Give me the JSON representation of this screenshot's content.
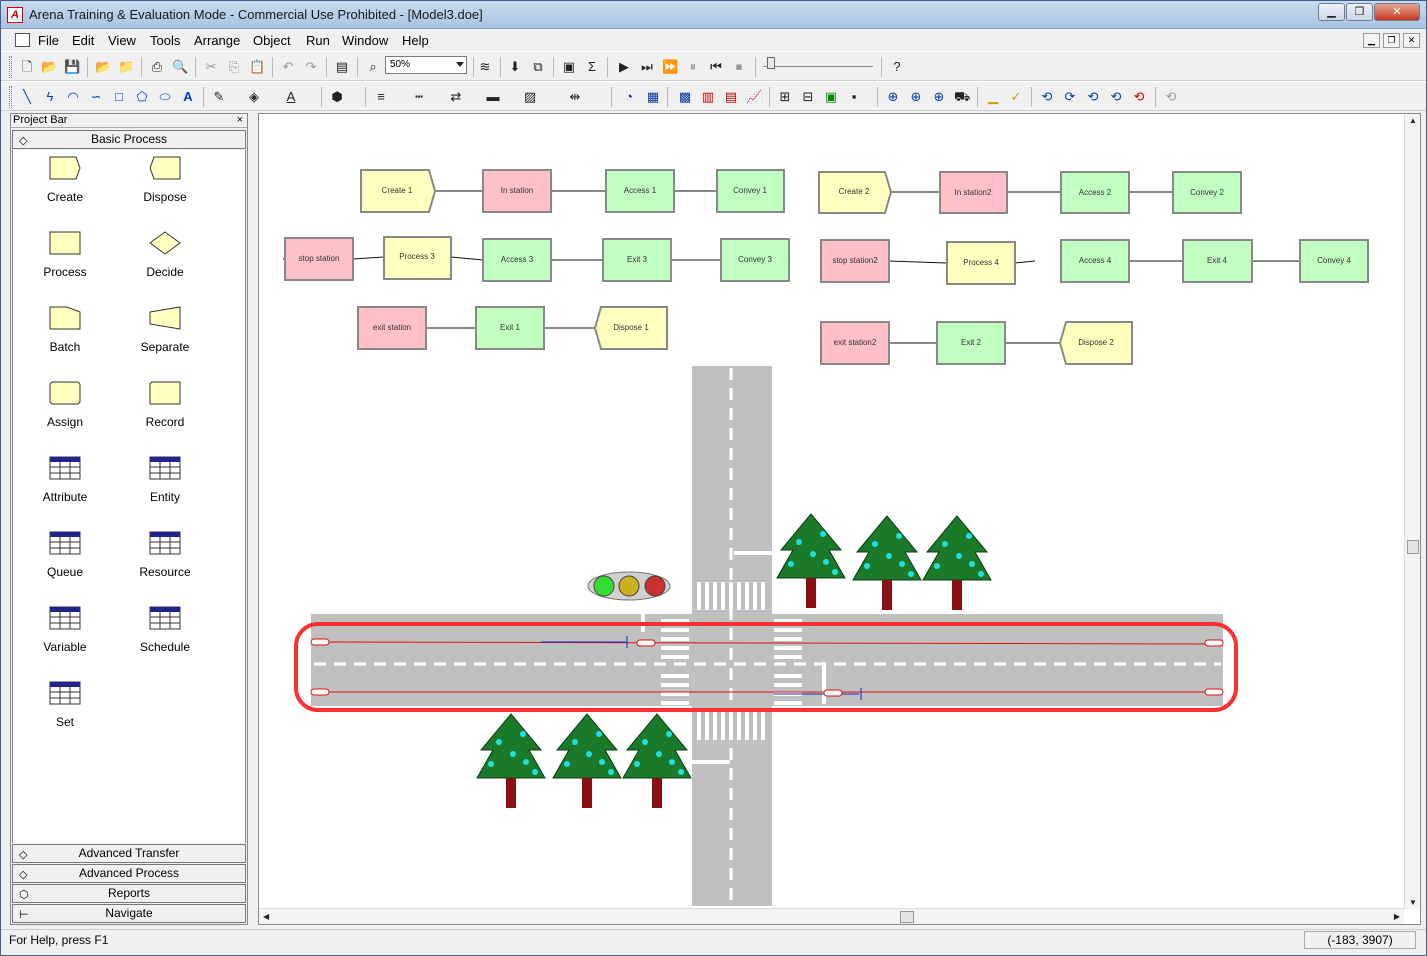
{
  "window": {
    "title": "Arena Training & Evaluation Mode - Commercial Use Prohibited - [Model3.doe]",
    "app_icon_letter": "A",
    "controls": [
      "minimize",
      "maximize",
      "close"
    ]
  },
  "menu": {
    "items": [
      "File",
      "Edit",
      "View",
      "Tools",
      "Arrange",
      "Object",
      "Run",
      "Window",
      "Help"
    ]
  },
  "toolbar": {
    "zoom_value": "50%"
  },
  "project_bar": {
    "title": "Project Bar",
    "close_glyph": "×",
    "active_panel": "Basic Process",
    "modules": [
      {
        "label": "Create",
        "icon": "create-module-icon"
      },
      {
        "label": "Dispose",
        "icon": "dispose-module-icon"
      },
      {
        "label": "Process",
        "icon": "process-module-icon"
      },
      {
        "label": "Decide",
        "icon": "decide-module-icon"
      },
      {
        "label": "Batch",
        "icon": "batch-module-icon"
      },
      {
        "label": "Separate",
        "icon": "separate-module-icon"
      },
      {
        "label": "Assign",
        "icon": "assign-module-icon"
      },
      {
        "label": "Record",
        "icon": "record-module-icon"
      },
      {
        "label": "Attribute",
        "icon": "table-icon"
      },
      {
        "label": "Entity",
        "icon": "table-icon"
      },
      {
        "label": "Queue",
        "icon": "table-icon"
      },
      {
        "label": "Resource",
        "icon": "table-icon"
      },
      {
        "label": "Variable",
        "icon": "table-icon"
      },
      {
        "label": "Schedule",
        "icon": "table-icon"
      },
      {
        "label": "Set",
        "icon": "table-icon"
      }
    ],
    "other_panels": [
      "Advanced Transfer",
      "Advanced Process",
      "Reports",
      "Navigate"
    ]
  },
  "flowchart": {
    "blocks": [
      {
        "label": "Create 1",
        "kind": "create"
      },
      {
        "label": "In station",
        "kind": "station"
      },
      {
        "label": "Access 1",
        "kind": "transfer"
      },
      {
        "label": "Convey 1",
        "kind": "transfer"
      },
      {
        "label": "Create 2",
        "kind": "create"
      },
      {
        "label": "In station2",
        "kind": "station"
      },
      {
        "label": "Access 2",
        "kind": "transfer"
      },
      {
        "label": "Convey 2",
        "kind": "transfer"
      },
      {
        "label": "stop station",
        "kind": "station"
      },
      {
        "label": "Process 3",
        "kind": "process"
      },
      {
        "label": "Access 3",
        "kind": "transfer"
      },
      {
        "label": "Exit 3",
        "kind": "transfer"
      },
      {
        "label": "Convey 3",
        "kind": "transfer"
      },
      {
        "label": "stop station2",
        "kind": "station"
      },
      {
        "label": "Process 4",
        "kind": "process"
      },
      {
        "label": "Access 4",
        "kind": "transfer"
      },
      {
        "label": "Exit 4",
        "kind": "transfer"
      },
      {
        "label": "Convey 4",
        "kind": "transfer"
      },
      {
        "label": "exit station",
        "kind": "station"
      },
      {
        "label": "Exit 1",
        "kind": "transfer"
      },
      {
        "label": "Dispose 1",
        "kind": "dispose"
      },
      {
        "label": "exit station2",
        "kind": "station"
      },
      {
        "label": "Exit 2",
        "kind": "transfer"
      },
      {
        "label": "Dispose 2",
        "kind": "dispose"
      }
    ],
    "colors": {
      "create_fill": "#ffffc0",
      "station_fill": "#ffc0c8",
      "transfer_fill": "#c0ffc0",
      "process_fill": "#ffffc0",
      "road": "#c0c0c0",
      "highlight": "#ff3030",
      "tree_foliage": "#1a7a2a",
      "tree_trunk": "#8b1010"
    }
  },
  "traffic_light": {
    "lights": [
      "green",
      "yellow",
      "red"
    ],
    "colors": [
      "#33dd33",
      "#c8b020",
      "#cc3030"
    ]
  },
  "status": {
    "help_text": "For Help, press F1",
    "coords": "(-183, 3907)"
  }
}
